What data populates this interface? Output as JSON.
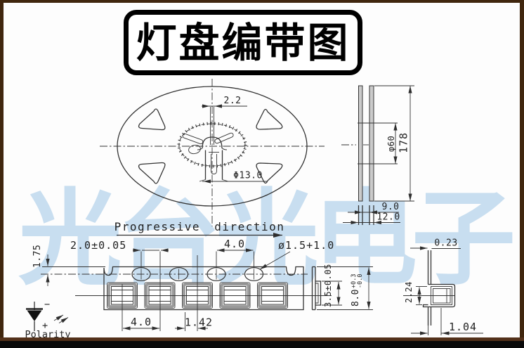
{
  "title": "灯盘编带图",
  "watermark": "光台光电子",
  "reel": {
    "slot_width": "2.2",
    "center_hole_dia": "Φ13.0",
    "hub_dia": "φ60",
    "flange_dia": "178",
    "inner_width": "9.0",
    "outer_width": "12.0"
  },
  "tape": {
    "direction": "Progressive direction",
    "edge_to_hole": "1.75",
    "hole_to_pocket": "2.0±0.05",
    "hole_pitch": "4.0",
    "hole_dia": "ø1.5+1.0",
    "pocket_pitch": "4.0",
    "pocket_gap": "1.42",
    "pocket_width": "3.5±0.05",
    "tape_width": "8.0",
    "tape_width_tol_up": "+0.3",
    "tape_width_tol_low": "-0.0",
    "thickness": "0.23",
    "pocket_inner_height": "2.24",
    "pocket_depth": "1.04"
  },
  "polarity": {
    "label": "Polarity",
    "negative": "−",
    "positive": "+"
  }
}
